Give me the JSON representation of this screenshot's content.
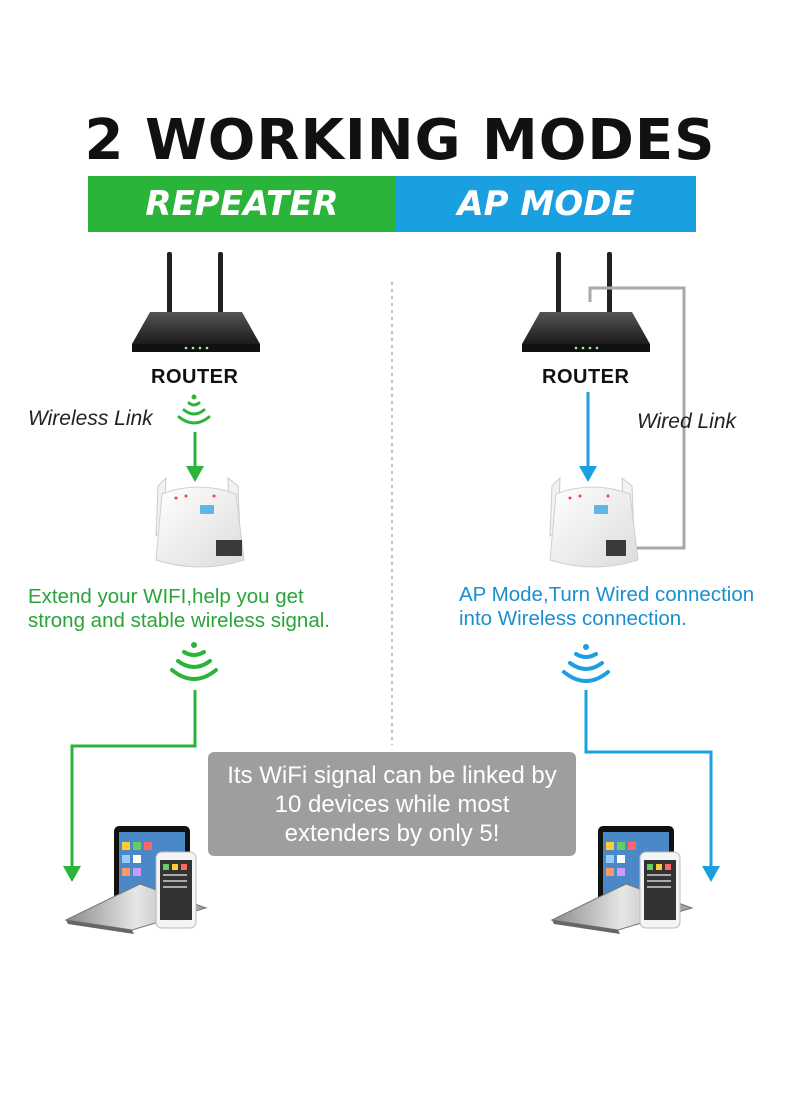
{
  "title": "2 WORKING MODES",
  "modes": {
    "repeater": {
      "label": "REPEATER",
      "color": "#2bb43a"
    },
    "ap": {
      "label": "AP MODE",
      "color": "#1a9fe0"
    }
  },
  "left": {
    "router_label": "ROUTER",
    "link_label": "Wireless Link",
    "desc_line1": "Extend your WIFI,help you get",
    "desc_line2": "strong and stable wireless signal."
  },
  "right": {
    "router_label": "ROUTER",
    "link_label": "Wired Link",
    "desc_line1": "AP Mode,Turn Wired connection",
    "desc_line2": "into Wireless connection."
  },
  "note": "Its WiFi signal can be linked by 10 devices while most extenders by only 5!",
  "icons": [
    "router-icon",
    "wifi-signal-icon",
    "extender-icon",
    "devices-icon",
    "arrow-down-icon"
  ]
}
